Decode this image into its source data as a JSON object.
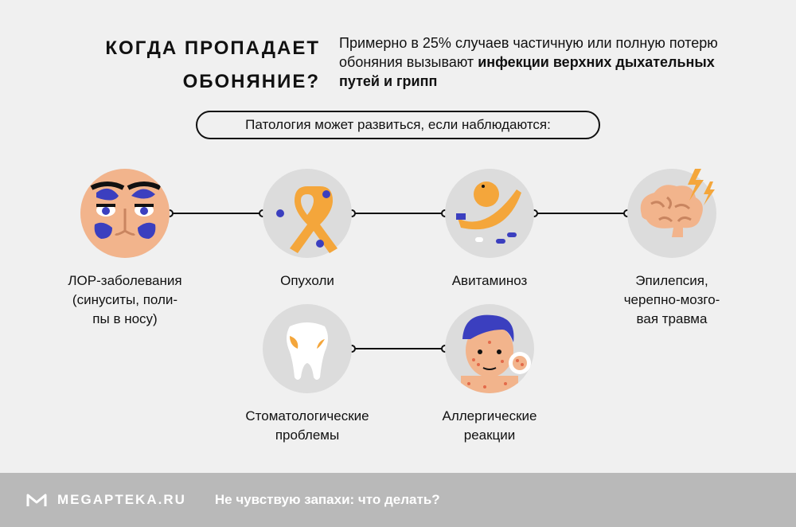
{
  "header": {
    "title_line1": "КОГДА ПРОПАДАЕТ",
    "title_line2": "ОБОНЯНИЕ?",
    "intro_plain": "Примерно в 25% случаев частичную или полную потерю обоняния вызывают ",
    "intro_bold": "инфекции верхних дыхательных путей и грипп"
  },
  "pill_text": "Патология может развиться, если наблюдаются:",
  "items": [
    {
      "line1": "ЛОР-заболевания",
      "line2": "(синуситы, поли-",
      "line3": "пы в носу)",
      "icon": "face-sinus-icon"
    },
    {
      "line1": "Опухоли",
      "icon": "ribbon-icon"
    },
    {
      "line1": "Авитаминоз",
      "icon": "fruit-icon"
    },
    {
      "line1": "Эпилепсия,",
      "line2": "черепно-мозго-",
      "line3": "вая травма",
      "icon": "brain-lightning-icon"
    },
    {
      "line1": "Стоматологические",
      "line2": "проблемы",
      "icon": "tooth-icon"
    },
    {
      "line1": "Аллергические",
      "line2": "реакции",
      "icon": "allergy-face-icon"
    }
  ],
  "footer": {
    "logo": "MEGAPTEKA.RU",
    "text": "Не чувствую запахи: что делать?"
  },
  "colors": {
    "background": "#f0f0f0",
    "accent_orange": "#f4a63b",
    "accent_blue": "#3b3fbf",
    "footer": "#b9b9b9"
  }
}
